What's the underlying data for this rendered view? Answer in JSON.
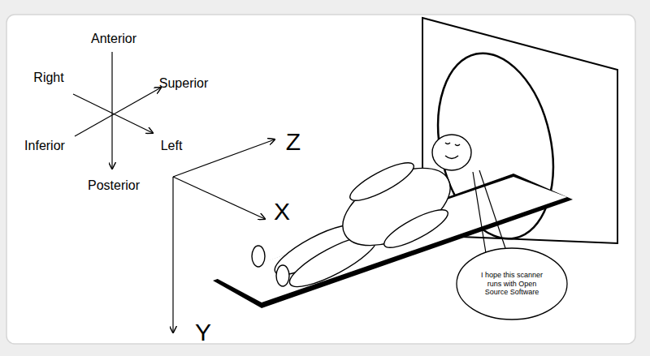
{
  "diagram": {
    "nodes": [
      {
        "text": [
          "I hope this scanner runs with Open Source Software"
        ]
      }
    ],
    "edges": [],
    "labels": [
      "Anterior",
      "Right",
      "Superior",
      "Inferior",
      "Left",
      "Posterior",
      "Z",
      "X",
      "Y"
    ]
  }
}
